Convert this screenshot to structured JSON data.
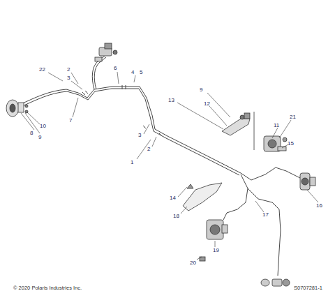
{
  "diagram": {
    "labels": [
      "22",
      "2",
      "3",
      "6",
      "4",
      "5",
      "7",
      "10",
      "8",
      "9",
      "9",
      "13",
      "12",
      "3",
      "2",
      "1",
      "21",
      "11",
      "15",
      "16",
      "14",
      "18",
      "17",
      "19",
      "20",
      "© 2020 Polaris Industries Inc.",
      "S0707281-1"
    ]
  }
}
